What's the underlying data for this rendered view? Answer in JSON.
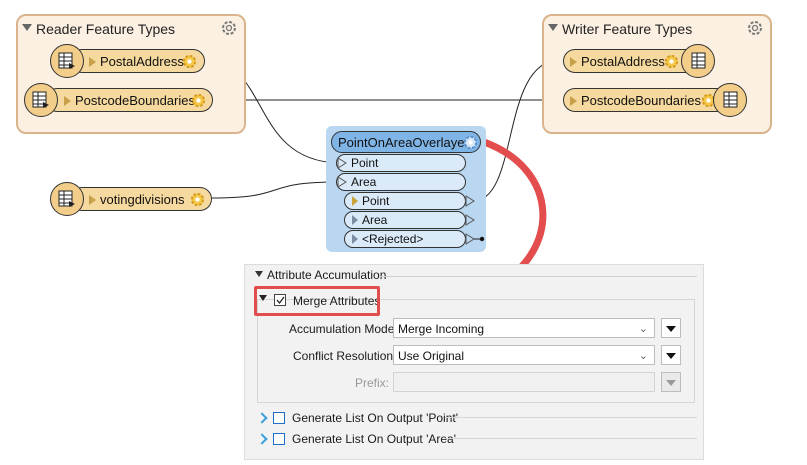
{
  "reader_bookmark": {
    "title": "Reader Feature Types"
  },
  "writer_bookmark": {
    "title": "Writer Feature Types"
  },
  "readers": [
    {
      "label": "PostalAddress"
    },
    {
      "label": "PostcodeBoundaries"
    },
    {
      "label": "votingdivisions"
    }
  ],
  "writers": [
    {
      "label": "PostalAddress"
    },
    {
      "label": "PostcodeBoundaries"
    }
  ],
  "transformer": {
    "name": "PointOnAreaOverlayer",
    "inputs": [
      "Point",
      "Area"
    ],
    "outputs": [
      "Point",
      "Area",
      "<Rejected>"
    ]
  },
  "params": {
    "section_title": "Attribute Accumulation",
    "merge_attributes": {
      "label": "Merge Attributes",
      "checked": true
    },
    "accumulation_mode": {
      "label": "Accumulation Mode:",
      "value": "Merge Incoming"
    },
    "conflict_resolution": {
      "label": "Conflict Resolution:",
      "value": "Use Original"
    },
    "prefix": {
      "label": "Prefix:",
      "value": ""
    },
    "list_point": {
      "label": "Generate List On Output 'Point'"
    },
    "list_area": {
      "label": "Generate List On Output 'Area'"
    }
  },
  "colors": {
    "callout": "#e34d4d",
    "reader_fill": "#f6d99e",
    "transformer_fill": "#b9d7f0"
  }
}
